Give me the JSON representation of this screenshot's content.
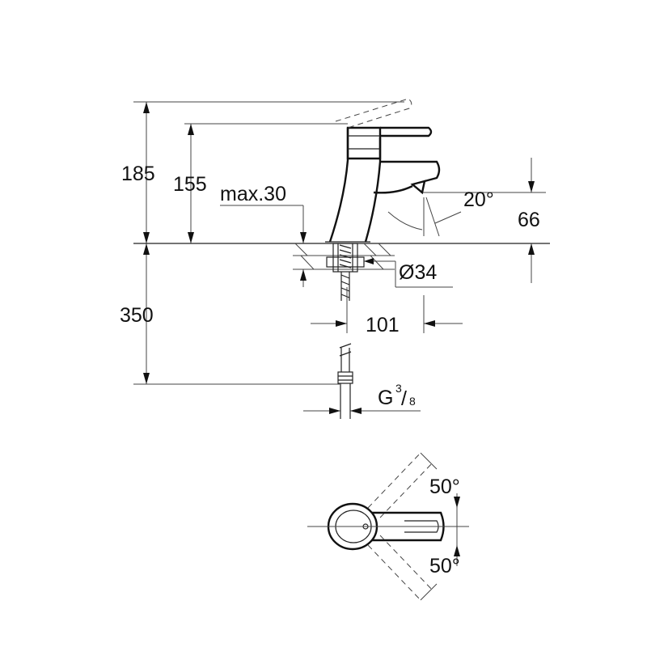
{
  "dimensions": {
    "total_height": "185",
    "spout_height": "155",
    "max_counter_thickness": "max.30",
    "spout_angle": "20°",
    "outlet_height": "66",
    "hole_diameter": "Ø34",
    "spout_reach": "101",
    "hose_length": "350",
    "connection_prefix": "G",
    "connection_numerator": "3",
    "connection_slash": "/",
    "connection_denominator": "8",
    "lever_rotation_up": "50°",
    "lever_rotation_down": "50°"
  }
}
